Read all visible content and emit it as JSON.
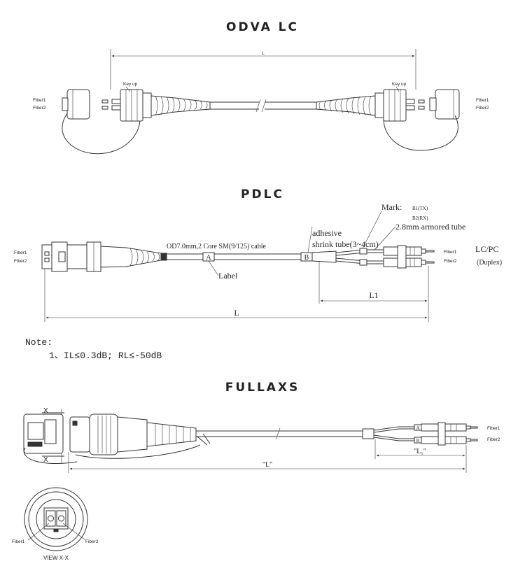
{
  "odva": {
    "title": "ODVA LC",
    "dim_L": "L",
    "key_up_left": "Key up",
    "key_up_right": "Key up",
    "fiber1_left": "Fiber1",
    "fiber2_left": "Fiber2",
    "fiber1_right": "Fiber1",
    "fiber2_right": "Fiber2"
  },
  "pdlc": {
    "title": "PDLC",
    "fiber1_left": "Fiber1",
    "fiber2_left": "Fiber2",
    "cable_label": "OD7.0mm,2 Core SM(9/125) cable",
    "marker_a": "A",
    "marker_b": "B",
    "label_text": "Label",
    "adhesive_line1": "adhesive",
    "adhesive_line2": "shrink tube(3~4cm)",
    "mark_text": "Mark:",
    "mark_b1": "B1(TX)",
    "mark_b2": "B2(RX)",
    "armored_tube": "2.8mm armored tube",
    "fiber1_right": "Fiber1",
    "fiber2_right": "Fiber2",
    "lcpc": "LC/PC",
    "duplex": "(Duplex)",
    "dim_L1": "L1",
    "dim_L": "L"
  },
  "note": {
    "heading": "Note:",
    "line1": "1、IL≤0.3dB; RL≤-50dB"
  },
  "fullaxs": {
    "title": "FULLAXS",
    "x_top": "X",
    "x_bottom": "X",
    "dim_L": "\"L\"",
    "dim_L1": "\"L₁\"",
    "fiber1_right": "Fiber1",
    "fiber2_right": "Fiber2",
    "marker_a": "A",
    "marker_b": "B"
  },
  "view": {
    "fiber1": "Fiber1",
    "fiber2": "Fiber2",
    "caption": "VIEW X-X"
  }
}
